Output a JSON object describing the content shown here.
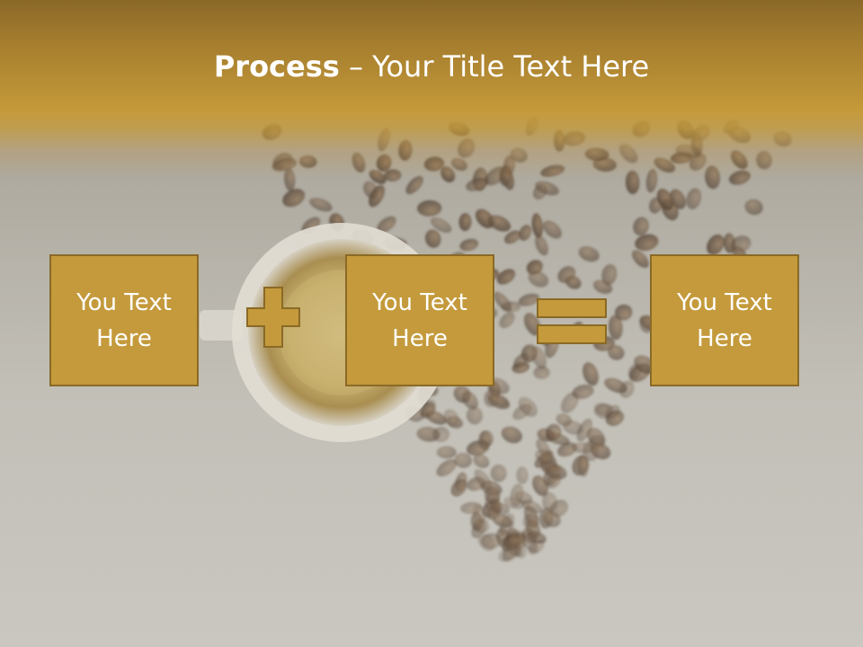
{
  "slide": {
    "title_bold": "Process",
    "title_rest": " – Your Title Text Here",
    "boxes": [
      {
        "text": "You Text Here"
      },
      {
        "text": "You Text Here"
      },
      {
        "text": "You Text Here"
      }
    ],
    "operators": [
      "plus-icon",
      "equals-icon"
    ]
  },
  "colors": {
    "accent": "#c49a3c",
    "accent_border": "#8a6a26",
    "header_dark": "#8a6828",
    "text": "#ffffff"
  }
}
